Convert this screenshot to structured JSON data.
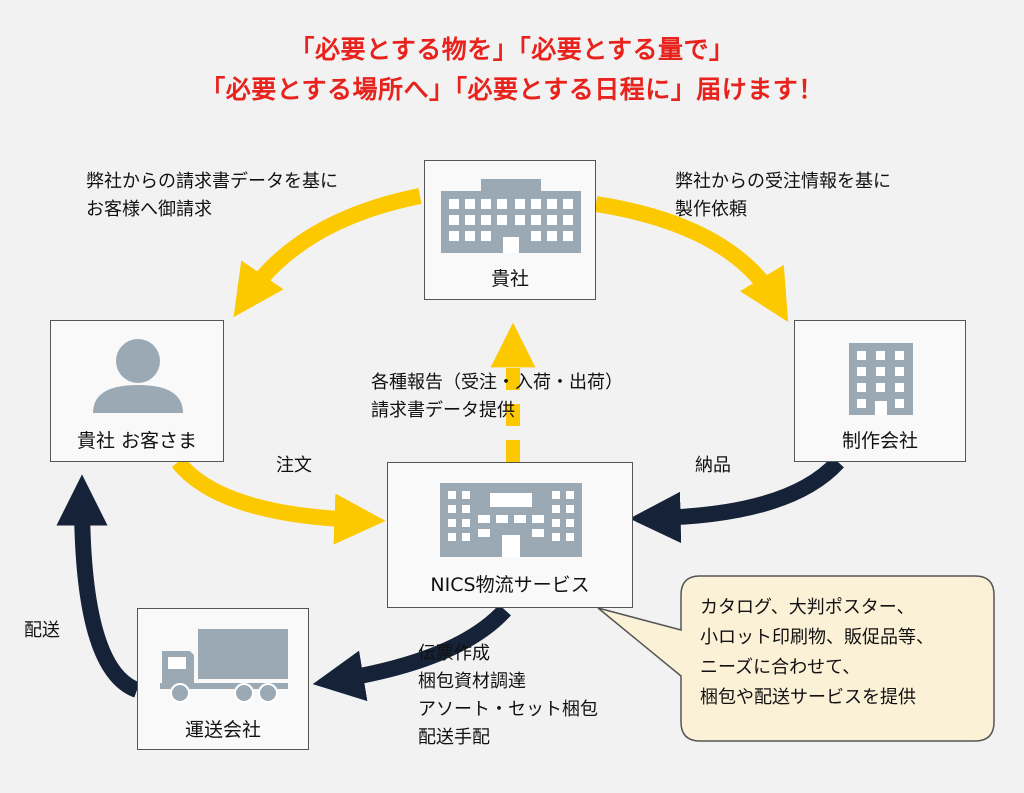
{
  "title": {
    "line1": "「必要とする物を」「必要とする量で」",
    "line2": "「必要とする場所へ」「必要とする日程に」届けます！"
  },
  "nodes": {
    "kisha": "貴社",
    "customer": "貴社 お客さま",
    "manufacturer": "制作会社",
    "nics": "NICS物流サービス",
    "carrier": "運送会社"
  },
  "edges": {
    "invoice": [
      "弊社からの請求書データを基に",
      "お客様へ御請求"
    ],
    "order_request": [
      "弊社からの受注情報を基に",
      "製作依頼"
    ],
    "report": [
      "各種報告（受注・入荷・出荷）",
      "請求書データ提供"
    ],
    "order": "注文",
    "delivery": "納品",
    "shipping": "配送",
    "tasks": [
      "伝票作成",
      "梱包資材調達",
      "アソート・セット梱包",
      "配送手配"
    ]
  },
  "callout": [
    "カタログ、大判ポスター、",
    "小ロット印刷物、販促品等、",
    "ニーズに合わせて、",
    "梱包や配送サービスを提供"
  ],
  "colors": {
    "title": "#e8231d",
    "yellow_arrow": "#fcc800",
    "navy_arrow": "#152238",
    "icon": "#9aa9b3",
    "callout_fill": "#fbf1d6"
  }
}
